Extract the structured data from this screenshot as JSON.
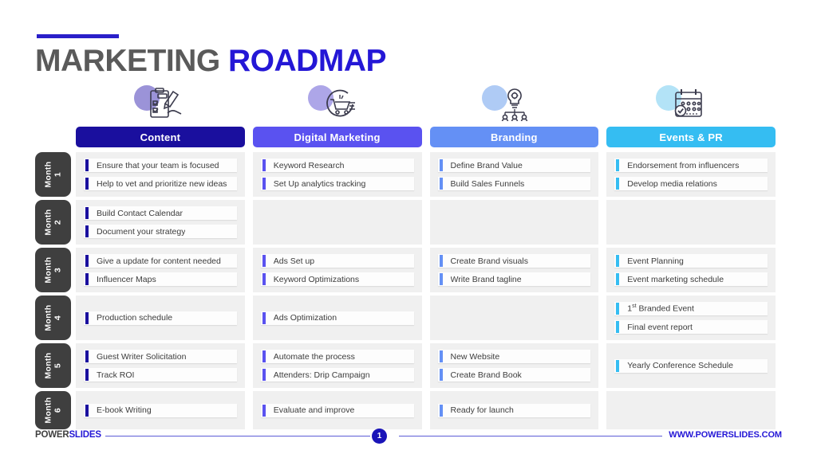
{
  "title": {
    "part1": "MARKETING ",
    "part2": "ROADMAP"
  },
  "columns": [
    {
      "label": "Content",
      "header_color": "#1A0F9E",
      "accent": "#1A0F9E",
      "icon": "clipboard-checklist-icon",
      "blob": "#9B93D8"
    },
    {
      "label": "Digital Marketing",
      "header_color": "#5A52F0",
      "accent": "#5A52F0",
      "icon": "shopping-cart-icon",
      "blob": "#ADA6E8"
    },
    {
      "label": "Branding",
      "header_color": "#6490F5",
      "accent": "#6490F5",
      "icon": "lightbulb-team-icon",
      "blob": "#AFCBF5"
    },
    {
      "label": "Events & PR",
      "header_color": "#35BDF2",
      "accent": "#35BDF2",
      "icon": "calendar-check-icon",
      "blob": "#B3E3F7"
    }
  ],
  "month_label": "Month",
  "rows": [
    {
      "number": "1",
      "cells": [
        [
          "Ensure that your team is focused",
          "Help to vet and prioritize new ideas"
        ],
        [
          "Keyword Research",
          "Set Up analytics tracking"
        ],
        [
          "Define Brand Value",
          "Build Sales Funnels"
        ],
        [
          "Endorsement from influencers",
          "Develop media relations"
        ]
      ]
    },
    {
      "number": "2",
      "cells": [
        [
          "Build Contact Calendar",
          "Document your strategy"
        ],
        [],
        [],
        []
      ]
    },
    {
      "number": "3",
      "cells": [
        [
          "Give a update for content needed",
          "Influencer Maps"
        ],
        [
          "Ads Set up",
          "Keyword Optimizations"
        ],
        [
          "Create Brand visuals",
          "Write Brand tagline"
        ],
        [
          "Event Planning",
          "Event marketing schedule"
        ]
      ]
    },
    {
      "number": "4",
      "cells": [
        [
          "Production schedule"
        ],
        [
          "Ads Optimization"
        ],
        [],
        [
          "1<sup>st</sup> Branded Event",
          "Final event report"
        ]
      ]
    },
    {
      "number": "5",
      "cells": [
        [
          "Guest Writer Solicitation",
          "Track ROI"
        ],
        [
          "Automate the process",
          "Attenders: Drip Campaign"
        ],
        [
          "New Website",
          "Create Brand Book"
        ],
        [
          "Yearly Conference Schedule"
        ]
      ]
    },
    {
      "number": "6",
      "cells": [
        [
          "E-book Writing"
        ],
        [
          "Evaluate and improve"
        ],
        [
          "Ready for launch"
        ],
        []
      ]
    }
  ],
  "footer": {
    "logo_part1": "POWER",
    "logo_part2": "SLIDES",
    "page_number": "1",
    "url": "WWW.POWERSLIDES.COM"
  }
}
